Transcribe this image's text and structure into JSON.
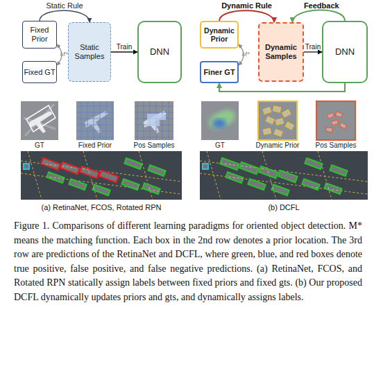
{
  "diagram": {
    "caption": "Figure 1. Comparisons of different learning paradigms for oriented object detection. M* means the matching function. Each box in the 2nd row denotes a prior location. The 3rd row are predictions of the RetinaNet and DCFL, where green, blue, and red boxes denote true positive, false positive, and false negative predictions. (a) RetinaNet, FCOS, and Rotated RPN statically assign labels between fixed priors and fixed gts. (b) Our proposed DCFL dynamically updates priors and gts, and dynamically assigns labels.",
    "nodes": [
      {
        "text": [
          "Fixed Prior"
        ]
      },
      {
        "text": [
          "Fixed GT"
        ]
      },
      {
        "text": [
          "Static Samples"
        ]
      },
      {
        "text": [
          "DNN"
        ]
      },
      {
        "text": [
          "Dynamic Prior"
        ]
      },
      {
        "text": [
          "Finer GT"
        ]
      },
      {
        "text": [
          "Dynamic Samples"
        ]
      },
      {
        "text": [
          "DNN"
        ]
      }
    ],
    "edges": [
      {
        "from": 0,
        "to": 1,
        "arrow": "both",
        "label": "M*"
      },
      {
        "from": 0,
        "to": 2,
        "arrow": "to",
        "label": "Static Rule"
      },
      {
        "from": 2,
        "to": 3,
        "arrow": "to",
        "label": "Train"
      },
      {
        "from": 4,
        "to": 5,
        "arrow": "both",
        "label": "M*"
      },
      {
        "from": 4,
        "to": 6,
        "arrow": "to",
        "label": "Dynamic Rule"
      },
      {
        "from": 6,
        "to": 7,
        "arrow": "to",
        "label": "Train"
      },
      {
        "from": 7,
        "to": 6,
        "arrow": "to",
        "label": "Feedback"
      },
      {
        "from": 7,
        "to": 5,
        "arrow": "to"
      }
    ],
    "labels": [
      "GT",
      "Fixed Prior",
      "Pos Samples",
      "GT",
      "Dynamic Prior",
      "Pos Samples",
      "(a) RetinaNet, FCOS, Rotated RPN",
      "(b) DCFL"
    ]
  }
}
